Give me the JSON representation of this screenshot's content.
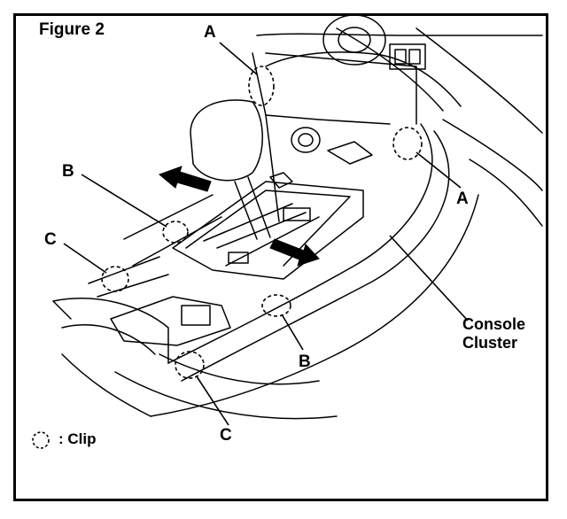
{
  "figure": {
    "title": "Figure 2",
    "callouts": {
      "a_top": "A",
      "a_right": "A",
      "b_left": "B",
      "b_bottom": "B",
      "c_left": "C",
      "c_bottom": "C"
    },
    "console_label_line1": "Console",
    "console_label_line2": "Cluster",
    "legend_text": ": Clip"
  }
}
